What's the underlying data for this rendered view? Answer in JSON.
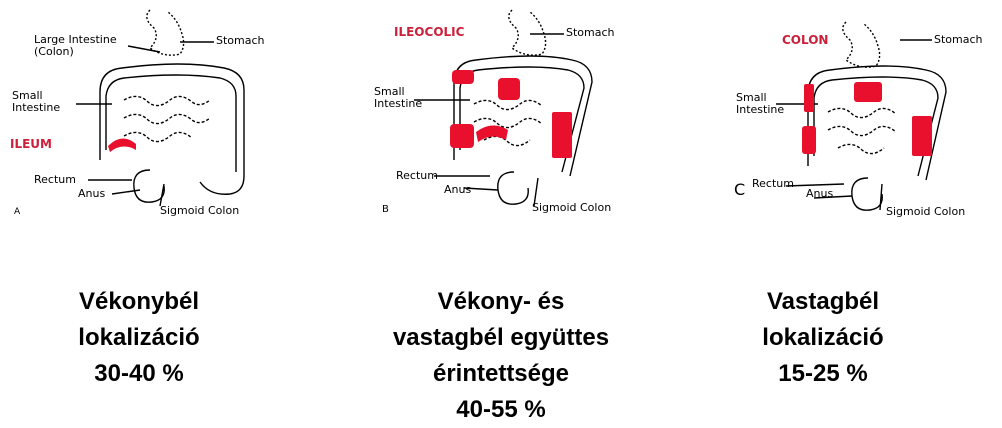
{
  "panels": [
    {
      "letter": "A",
      "highlight": "ILEUM",
      "labels": {
        "stomach": "Stomach",
        "large_intestine": "Large Intestine\n(Colon)",
        "small_intestine": "Small\nIntestine",
        "rectum": "Rectum",
        "anus": "Anus",
        "sigmoid": "Sigmoid Colon"
      },
      "caption": [
        "Vékonybél",
        "lokalizáció",
        "30-40 %"
      ]
    },
    {
      "letter": "B",
      "highlight": "ILEOCOLIC",
      "labels": {
        "stomach": "Stomach",
        "small_intestine": "Small\nIntestine",
        "rectum": "Rectum",
        "anus": "Anus",
        "sigmoid": "Sigmoid Colon"
      },
      "caption": [
        "Vékony- és",
        "vastagbél együttes",
        "érintettsége",
        "40-55 %"
      ]
    },
    {
      "letter": "C",
      "highlight": "COLON",
      "labels": {
        "stomach": "Stomach",
        "small_intestine": "Small\nIntestine",
        "rectum": "Rectum",
        "anus": "Anus",
        "sigmoid": "Sigmoid Colon"
      },
      "caption": [
        "Vastagbél",
        "lokalizáció",
        "15-25 %"
      ]
    }
  ],
  "colors": {
    "highlight": "#e8102c",
    "label_red": "#cc1f3a",
    "line": "#000000"
  }
}
